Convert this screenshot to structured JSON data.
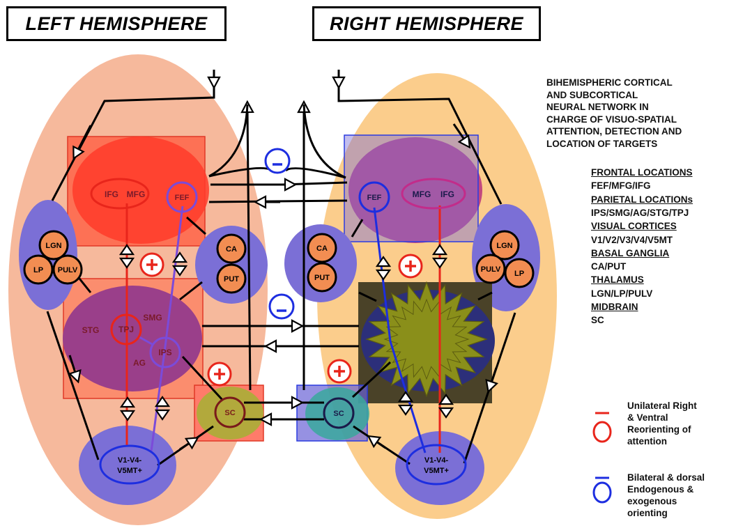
{
  "headers": {
    "left": "LEFT HEMISPHERE",
    "right": "RIGHT HEMISPHERE"
  },
  "nodes": {
    "ifg": "IFG",
    "mfg": "MFG",
    "fef": "FEF",
    "lgn": "LGN",
    "lp": "LP",
    "pulv": "PULV",
    "ca": "CA",
    "put": "PUT",
    "stg": "STG",
    "tpj": "TPJ",
    "smg": "SMG",
    "ag": "AG",
    "ips": "IPS",
    "sc": "SC",
    "v1_line1": "V1-V4-",
    "v1_line2": "V5MT+"
  },
  "signs": {
    "plus": "+",
    "minus": "-"
  },
  "legend": {
    "title_lines": [
      "BIHEMISPHERIC CORTICAL",
      "AND SUBCORTICAL",
      "NEURAL NETWORK IN",
      "CHARGE OF VISUO-SPATIAL",
      "ATTENTION, DETECTION AND",
      "LOCATION OF TARGETS"
    ],
    "items": [
      {
        "text": "FRONTAL LOCATIONS",
        "heading": true
      },
      {
        "text": "FEF/MFG/IFG",
        "heading": false
      },
      {
        "text": "PARIETAL LOCATIONs",
        "heading": true
      },
      {
        "text": "IPS/SMG/AG/STG/TPJ",
        "heading": false
      },
      {
        "text": "VISUAL CORTICES",
        "heading": true
      },
      {
        "text": "V1/V2/V3/V4/V5MT",
        "heading": false
      },
      {
        "text": "BASAL GANGLIA",
        "heading": true
      },
      {
        "text": "CA/PUT",
        "heading": false
      },
      {
        "text": "THALAMUS",
        "heading": true
      },
      {
        "text": "LGN/LP/PULV",
        "heading": false
      },
      {
        "text": "MIDBRAIN",
        "heading": true
      },
      {
        "text": "SC",
        "heading": false
      }
    ]
  },
  "key": {
    "red": {
      "lines": [
        "Unilateral Right",
        "& Ventral",
        "Reorienting of",
        "attention"
      ],
      "color": "#e8251b"
    },
    "blue": {
      "lines": [
        "Bilateral & dorsal",
        "Endogenous &",
        "exogenous",
        "orienting"
      ],
      "color": "#1d2ee0"
    }
  },
  "colors": {
    "left_hemisphere": "#f6b99c",
    "right_hemisphere": "#fbcd8c",
    "frontal_red": "#ff3b2a",
    "parietal_purple": "#9a3f8a",
    "blue_region": "#7b6fd6",
    "orange_node": "#f28d52",
    "sc_olive": "#b2a93c",
    "sc_teal": "#3aa89c",
    "lesion_dark": "#4a4228",
    "lesion_star": "#8a8f1a"
  }
}
